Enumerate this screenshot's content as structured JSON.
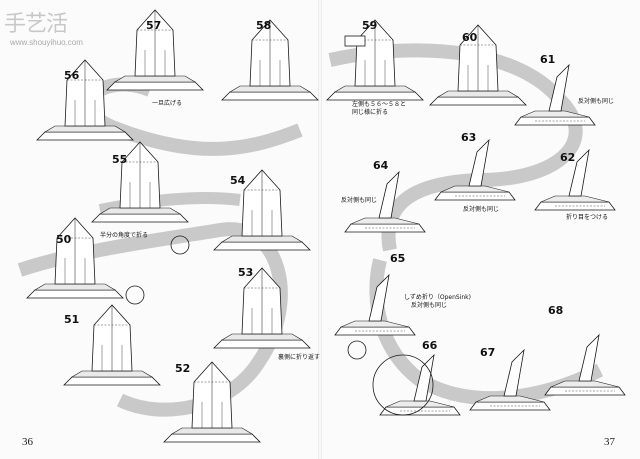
{
  "watermark": {
    "logo_text": "手艺活",
    "site": "www.shouyihuo.com"
  },
  "pages": {
    "left_number": "36",
    "right_number": "37"
  },
  "steps": [
    {
      "num": "50"
    },
    {
      "num": "51"
    },
    {
      "num": "52"
    },
    {
      "num": "53"
    },
    {
      "num": "54"
    },
    {
      "num": "55"
    },
    {
      "num": "56"
    },
    {
      "num": "57"
    },
    {
      "num": "58"
    },
    {
      "num": "59"
    },
    {
      "num": "60"
    },
    {
      "num": "61"
    },
    {
      "num": "62"
    },
    {
      "num": "63"
    },
    {
      "num": "64"
    },
    {
      "num": "65"
    },
    {
      "num": "66"
    },
    {
      "num": "67"
    },
    {
      "num": "68"
    }
  ],
  "captions": {
    "c57": "一旦広げる",
    "c59a": "左側も５６～５８と",
    "c59b": "同じ様に折る",
    "c61": "反対側も同じ",
    "c62": "折り目をつける",
    "c63": "反対側も同じ",
    "c64": "反対側も同じ",
    "c65a": "しずめ折り（OpenSink)",
    "c65b": "反対側も同じ",
    "c55": "半分の角度で折る",
    "c53": "裏側に折り返す"
  },
  "colors": {
    "path": "#bdbdbd",
    "paper_white": "#ffffff",
    "paper_shadow": "#cfcfcf",
    "ink": "#1a1a1a"
  }
}
